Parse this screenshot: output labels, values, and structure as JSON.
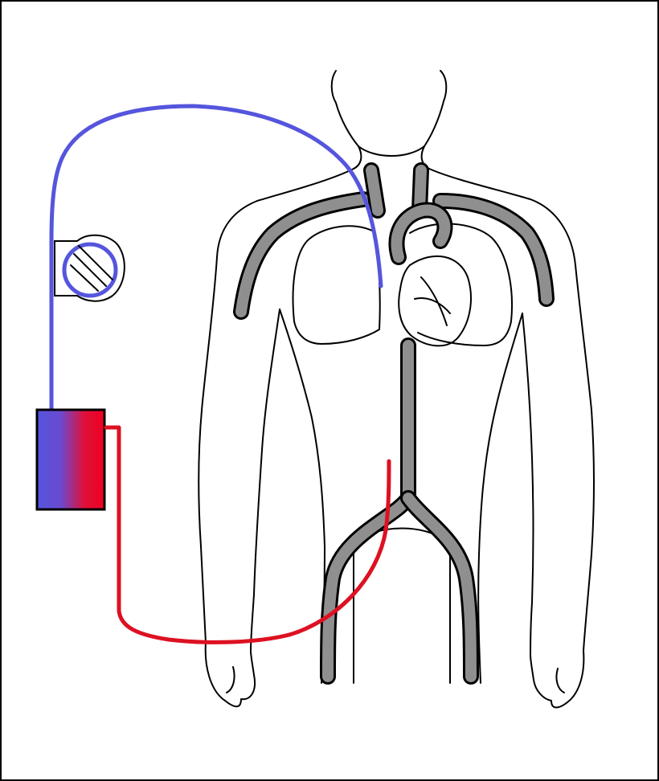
{
  "diagram": {
    "colors": {
      "venous_line": "#5555dd",
      "arterial_line": "#dd1122",
      "vessel_fill": "#8f8f8f",
      "outline": "#000000",
      "background": "#ffffff"
    },
    "components": [
      {
        "name": "human-body-outline"
      },
      {
        "name": "venous-return-tube",
        "color": "blue"
      },
      {
        "name": "arterial-cannula-tube",
        "color": "red"
      },
      {
        "name": "pump-head"
      },
      {
        "name": "oxygenator"
      }
    ]
  }
}
